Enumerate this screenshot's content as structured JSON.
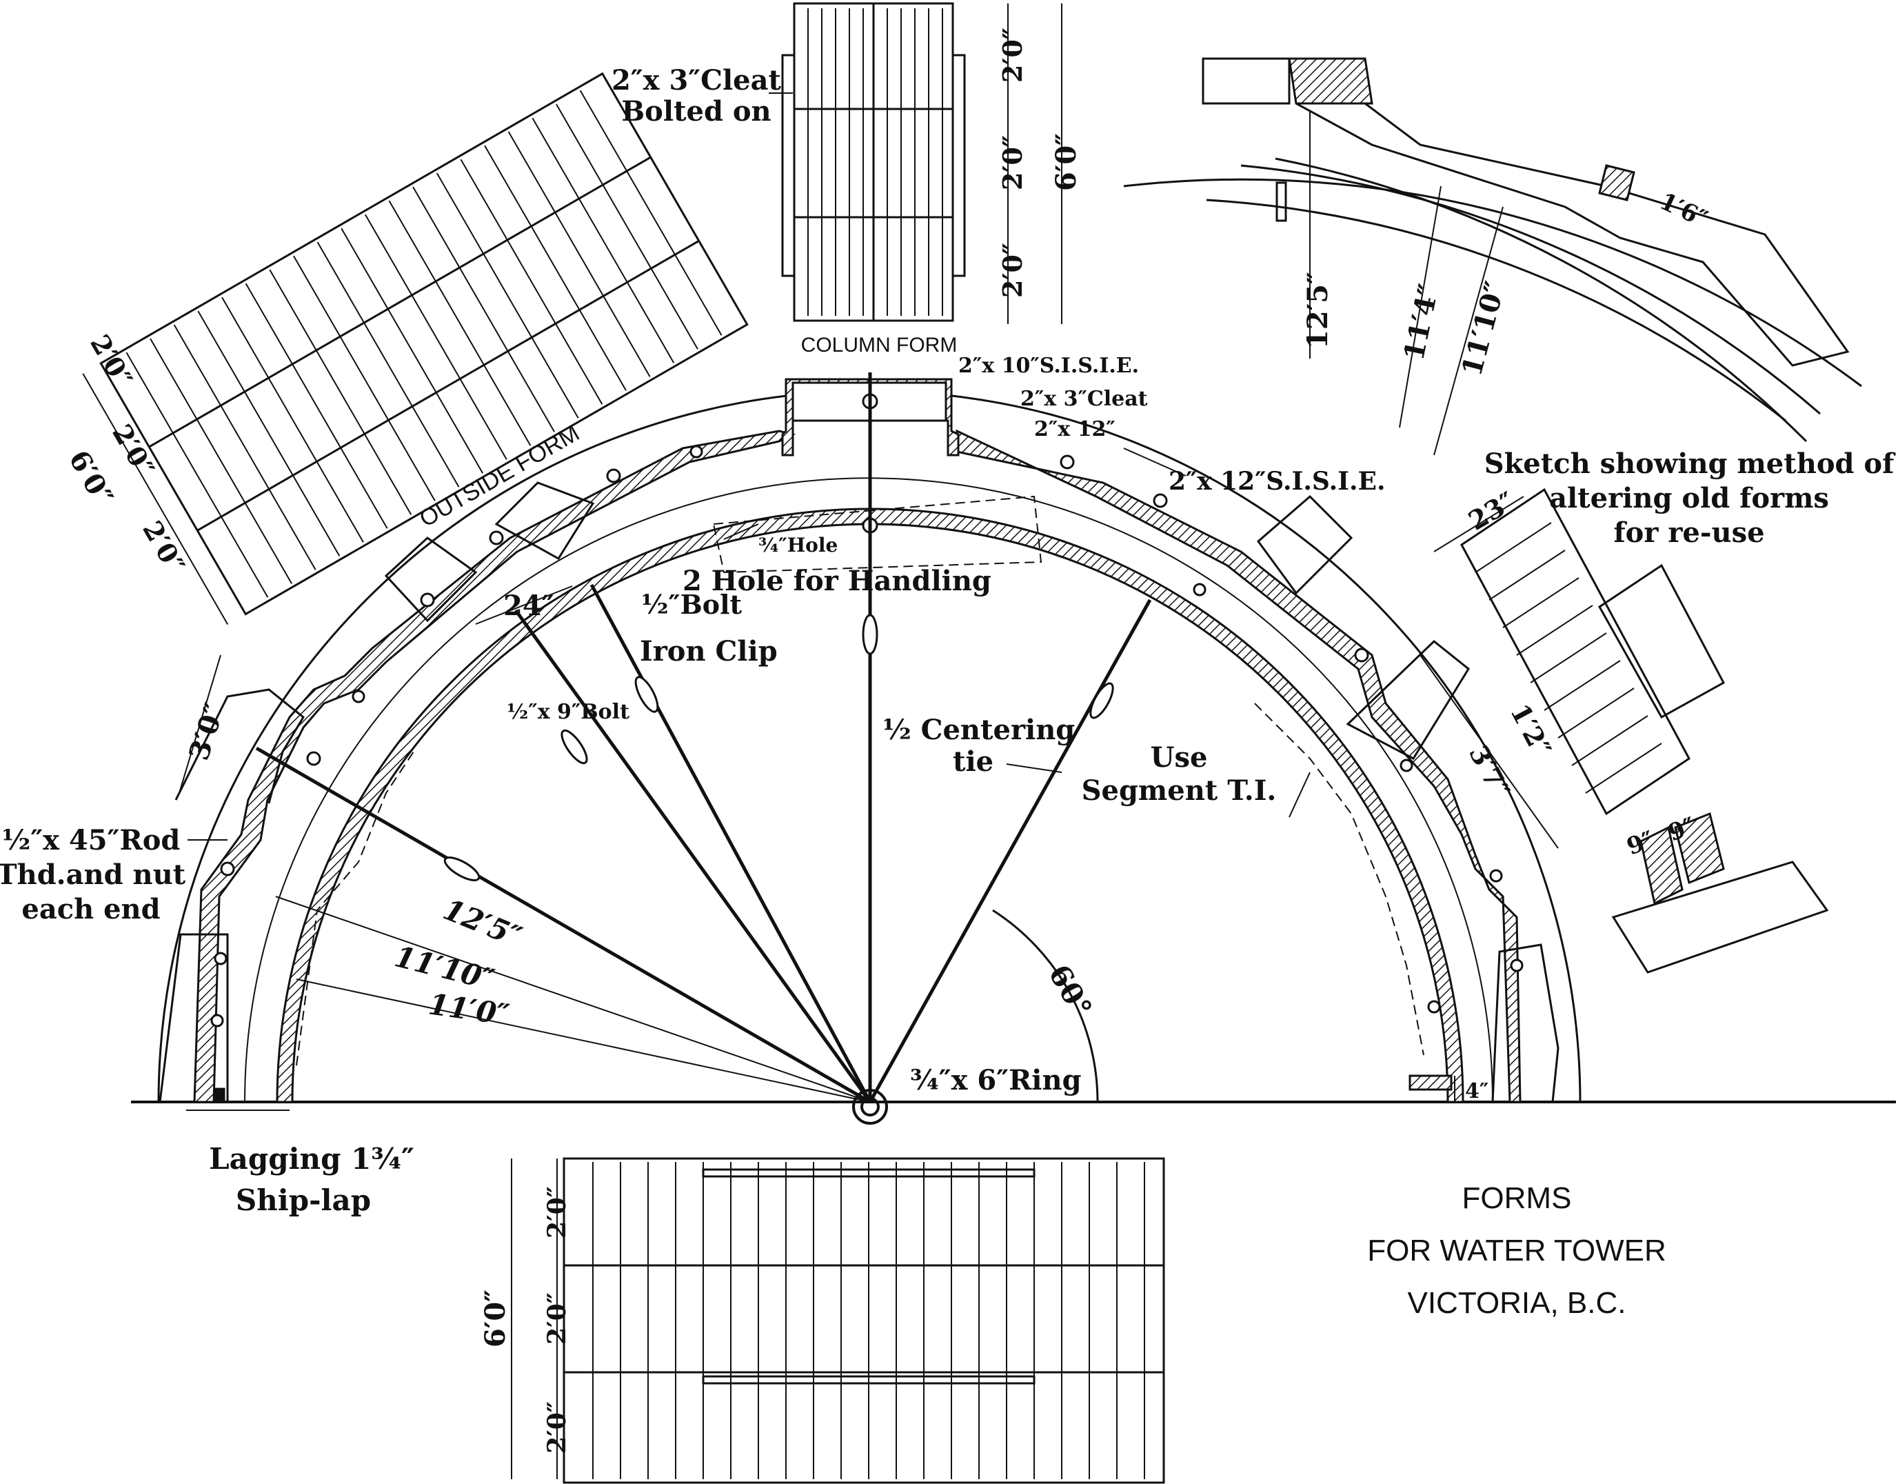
{
  "title": {
    "line1": "FORMS",
    "line2": "FOR WATER TOWER",
    "line3": "VICTORIA, B.C."
  },
  "form_labels": {
    "outside_form": "OUTSIDE FORM",
    "column_form": "COLUMN FORM"
  },
  "notes": {
    "cleat_line1": "2″x 3″Cleat",
    "cleat_line2": "Bolted on",
    "sisie_10": "2″x 10″S.I.S.I.E.",
    "cleat_3": "2″x 3″Cleat",
    "plank_12": "2″x 12″",
    "sisie_12": "2″x 12″S.I.S.I.E.",
    "hole_34": "¾″Hole",
    "hole_handling": "2 Hole for Handling",
    "bolt_half": "½″Bolt",
    "iron_clip": "Iron Clip",
    "bolt_9": "½″x 9″Bolt",
    "centering_tie_1": "½ Centering",
    "centering_tie_2": "tie",
    "use_segment_1": "Use",
    "use_segment_2": "Segment T.I.",
    "rod_1": "½″x 45″Rod",
    "rod_2": "Thd.and nut",
    "rod_3": "each end",
    "lagging_1": "Lagging 1¾″",
    "lagging_2": "Ship-lap",
    "ring": "¾″x 6″Ring",
    "sketch_1": "Sketch showing method of",
    "sketch_2": "altering old forms",
    "sketch_3": "for re-use"
  },
  "dimensions": {
    "r_125": "12′5″",
    "r_1110": "11′10″",
    "r_110": "11′0″",
    "dim_30": "3′0″",
    "dim_24": "24″",
    "angle_60": "60°",
    "dim_4": "4″",
    "col_20a": "2′0″",
    "col_20b": "2′0″",
    "col_20c": "2′0″",
    "col_60": "6′0″",
    "out_20a": "2′0″",
    "out_20b": "2′0″",
    "out_20c": "2′0″",
    "out_60": "6′0″",
    "bot_20a": "2′0″",
    "bot_20b": "2′0″",
    "bot_20c": "2′0″",
    "bot_60": "6′0″",
    "sk_125": "12′5″",
    "sk_114": "11′4″",
    "sk_1110": "11′10″",
    "sk_16": "1′6″",
    "sk_23": "23″",
    "sk_37": "3′7″",
    "sk_12": "1′2″",
    "sk_9a": "9″",
    "sk_9b": "9″"
  },
  "colors": {
    "ink": "#111111",
    "paper": "#ffffff"
  }
}
